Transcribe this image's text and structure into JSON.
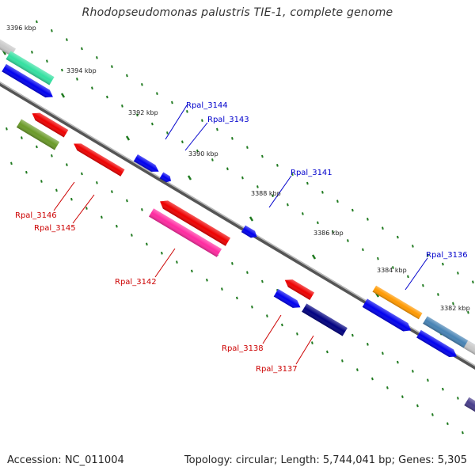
{
  "title": "Rhodopseudomonas palustris TIE-1, complete genome",
  "footer": {
    "accession": "Accession: NC_011004",
    "summary": "Topology: circular; Length: 5,744,041 bp; Genes: 5,305"
  },
  "colors": {
    "backbone": "#8a8a8a",
    "tick": "#1f7a1f",
    "label_forward": "#0000cc",
    "label_reverse": "#cc0000",
    "kbp_label": "#222222"
  },
  "kbp_labels": [
    "3396 kbp",
    "3394 kbp",
    "3392 kbp",
    "3390 kbp",
    "3388 kbp",
    "3386 kbp",
    "3384 kbp",
    "3382 kbp"
  ],
  "gene_labels": {
    "forward": [
      "Rpal_3144",
      "Rpal_3143",
      "Rpal_3141",
      "Rpal_3136"
    ],
    "reverse": [
      "Rpal_3146",
      "Rpal_3145",
      "Rpal_3142",
      "Rpal_3138",
      "Rpal_3137"
    ]
  },
  "features": [
    {
      "name": "gene-grey-top",
      "color": "#c8c8c8"
    },
    {
      "name": "gene-teal",
      "color": "#33e0a0"
    },
    {
      "name": "gene-blue-top",
      "color": "#0000ee"
    },
    {
      "name": "gene-olive",
      "color": "#6a9a28"
    },
    {
      "name": "gene-red-3146",
      "color": "#ee0000"
    },
    {
      "name": "gene-red-3145",
      "color": "#ee0000"
    },
    {
      "name": "gene-blue-3144",
      "color": "#0000ee"
    },
    {
      "name": "gene-blue-3143",
      "color": "#0000ee"
    },
    {
      "name": "gene-red-3142",
      "color": "#ee0000"
    },
    {
      "name": "gene-pink",
      "color": "#ff2aa0"
    },
    {
      "name": "gene-blue-3141",
      "color": "#0000ee"
    },
    {
      "name": "gene-red-3138",
      "color": "#ee0000"
    },
    {
      "name": "gene-blue-3138",
      "color": "#0000ee"
    },
    {
      "name": "gene-navy-3137",
      "color": "#000080"
    },
    {
      "name": "gene-orange",
      "color": "#ff9900"
    },
    {
      "name": "gene-blue-3136",
      "color": "#0000ee"
    },
    {
      "name": "gene-steel",
      "color": "#4682b4"
    },
    {
      "name": "gene-blue-right",
      "color": "#0000ee"
    },
    {
      "name": "gene-grey-right",
      "color": "#c8c8c8"
    },
    {
      "name": "gene-slate",
      "color": "#483d8b"
    }
  ]
}
